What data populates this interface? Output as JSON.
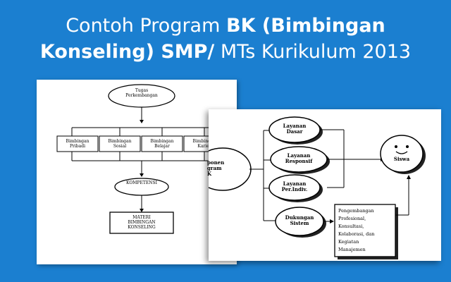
{
  "title": {
    "line1_normal": "Contoh Program ",
    "line1_bold": "BK (Bimbingan",
    "line2_bold": "Konseling) SMP/",
    "line2_normal": " MTs Kurikulum 2013"
  },
  "left_diagram": {
    "top_node": [
      "Tugas",
      "Perkembangan"
    ],
    "services": [
      [
        "Bimbingan",
        "Pribadi"
      ],
      [
        "Bimbingan",
        "Sosial"
      ],
      [
        "Bimbingan",
        "Belajar"
      ],
      [
        "Bimbingan",
        "Karier"
      ]
    ],
    "competency_node": "KOMPETENSI",
    "material_node": [
      "MATERI",
      "BIMBINGAN",
      "KONSELING"
    ]
  },
  "right_diagram": {
    "component_label": [
      "ponen",
      "gram",
      "K"
    ],
    "services": [
      [
        "Layanan",
        "Dasar"
      ],
      [
        "Layanan",
        "Responsif"
      ],
      [
        "Layanan",
        "Per.Indiv."
      ],
      [
        "Dukungan",
        "Sistem"
      ]
    ],
    "student_node": "Siswa",
    "support_box": [
      "Pengembangan",
      "Profesional,",
      "Konsultasi,",
      "Kolaborasi, dan",
      "Kegiatan",
      "Manajemen"
    ]
  }
}
